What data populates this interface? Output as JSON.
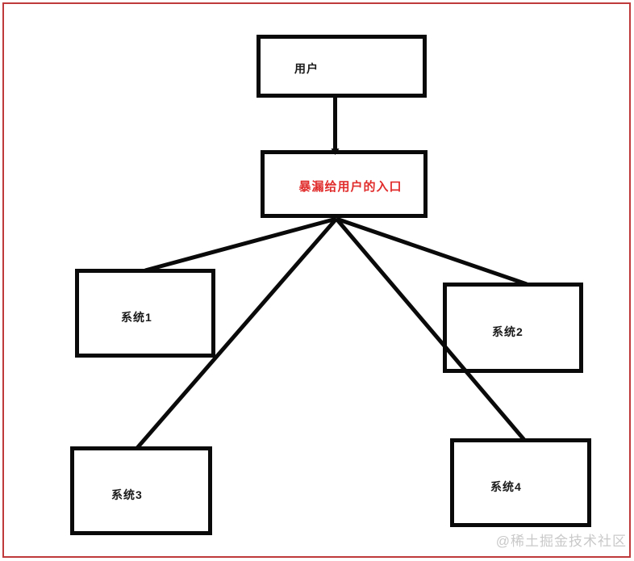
{
  "diagram": {
    "title": "system-entry-diagram",
    "nodes": [
      {
        "id": "user",
        "label": "用户"
      },
      {
        "id": "entry",
        "label": "暴漏给用户的入口"
      },
      {
        "id": "sys1",
        "label": "系统1"
      },
      {
        "id": "sys2",
        "label": "系统2"
      },
      {
        "id": "sys3",
        "label": "系统3"
      },
      {
        "id": "sys4",
        "label": "系统4"
      }
    ],
    "edges": [
      {
        "from": "user",
        "to": "entry"
      },
      {
        "from": "entry",
        "to": "sys1"
      },
      {
        "from": "entry",
        "to": "sys2"
      },
      {
        "from": "entry",
        "to": "sys3"
      },
      {
        "from": "entry",
        "to": "sys4"
      }
    ],
    "colors": {
      "node_border": "#0a0a0a",
      "line": "#0a0a0a",
      "entry_text": "#e12c2c",
      "frame": "#bf3a3a"
    }
  },
  "watermark": {
    "text": "@稀土掘金技术社区",
    "color": "#c9c9c9"
  }
}
